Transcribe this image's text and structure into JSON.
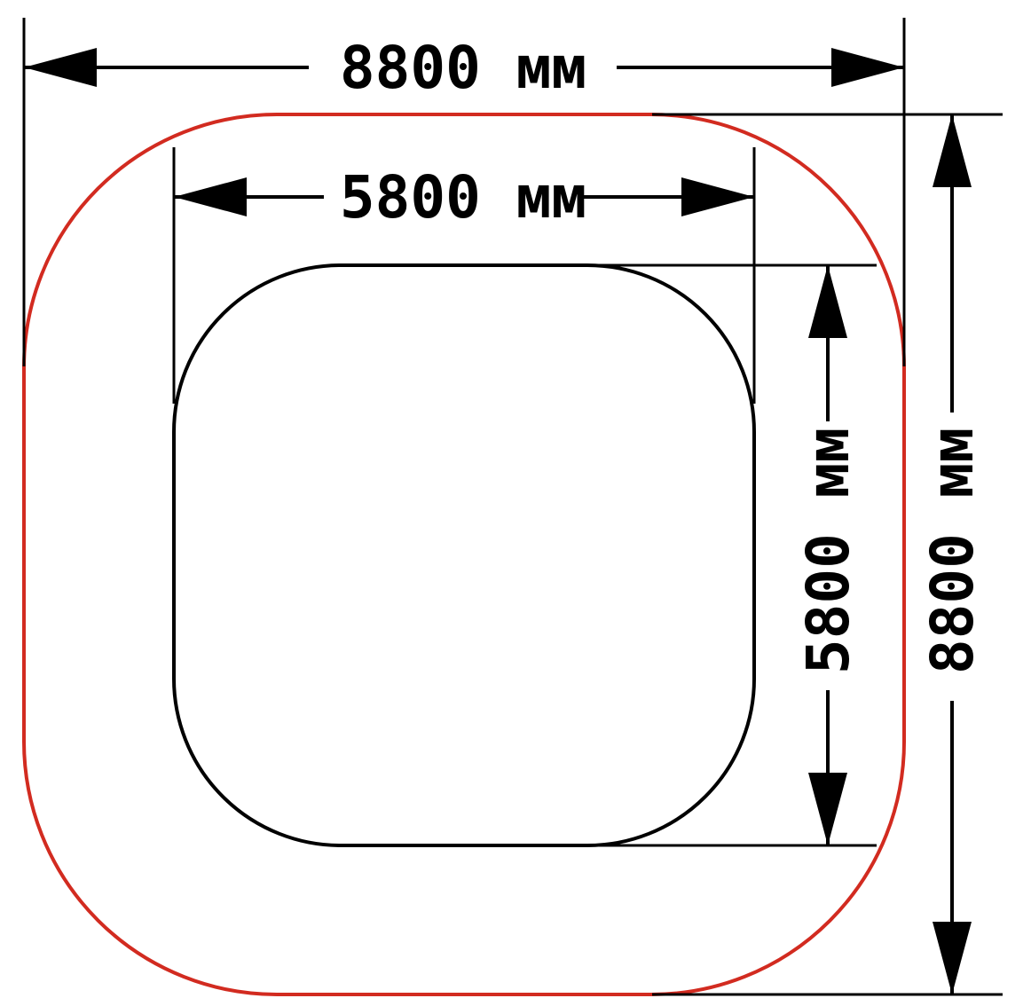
{
  "dimensions": {
    "outer_width": "8800 мм",
    "outer_height": "8800 мм",
    "inner_width": "5800 мм",
    "inner_height": "5800 мм"
  },
  "colors": {
    "outer_outline": "#d22b20",
    "inner_outline": "#000000",
    "dimension_lines": "#000000",
    "background": "#ffffff"
  }
}
